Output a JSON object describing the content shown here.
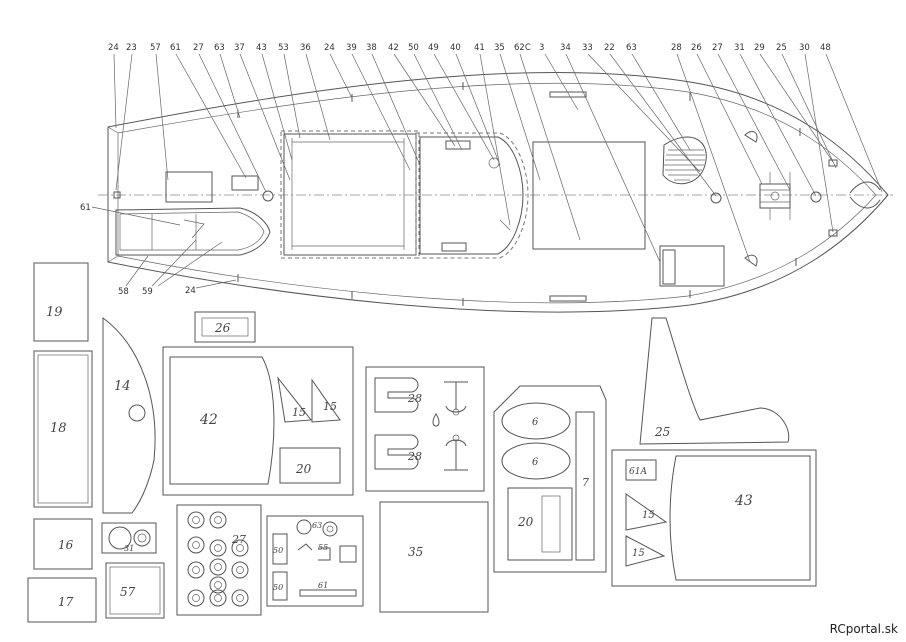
{
  "callouts": [
    "24",
    "23",
    "57",
    "61",
    "27",
    "63",
    "37",
    "43",
    "53",
    "36",
    "24",
    "39",
    "38",
    "42",
    "50",
    "49",
    "40",
    "41",
    "35",
    "62C",
    "3",
    "34",
    "33",
    "22",
    "63",
    "28",
    "26",
    "27",
    "31",
    "29",
    "25",
    "30",
    "48"
  ],
  "side_labels": {
    "l61": "61",
    "l58": "58",
    "l59": "59",
    "l24": "24"
  },
  "parts": {
    "p19": "19",
    "p18": "18",
    "p14": "14",
    "p26": "26",
    "p42": "42",
    "p15a": "15",
    "p15b": "15",
    "p20a": "20",
    "p28a": "28",
    "p28b": "28",
    "p6a": "6",
    "p6b": "6",
    "p7": "7",
    "p20b": "20",
    "p25": "25",
    "p61a": "61A",
    "p43": "43",
    "p15c": "15",
    "p15d": "15",
    "p16": "16",
    "p31": "31",
    "p27": "27",
    "p63": "63",
    "p50a": "50",
    "p55": "55",
    "p50b": "50",
    "p61": "61",
    "p35": "35",
    "p17": "17",
    "p57": "57"
  },
  "watermark": "RCportal.sk"
}
